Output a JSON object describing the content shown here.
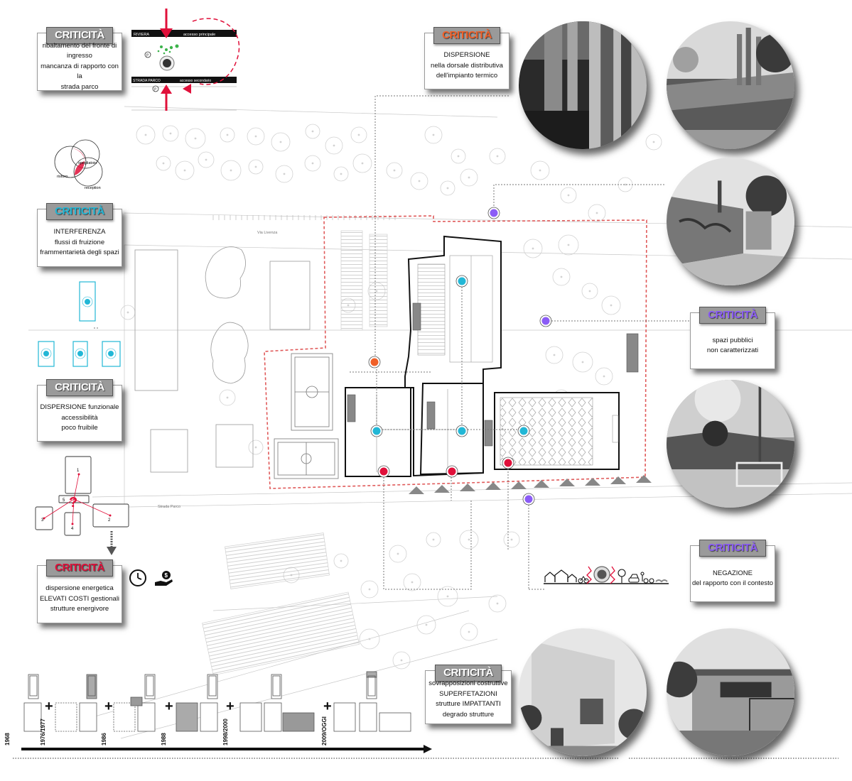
{
  "colors": {
    "red": "#e0103a",
    "orange": "#f06028",
    "cyan": "#22b7d6",
    "purple": "#8b5cf6",
    "plan_line": "#bbbbbb",
    "boundary": "#e05a5a"
  },
  "cards": [
    {
      "id": "c1",
      "title": "CRITICITÀ",
      "title_color": "#ffffff",
      "lines": [
        "ribaltamento del fronte di",
        "ingresso",
        "mancanza di rapporto con la",
        "strada parco"
      ]
    },
    {
      "id": "c2",
      "title": "CRITICITÀ",
      "title_color": "#f06028",
      "lines": [
        "DISPERSIONE",
        "nella dorsale distributiva",
        "dell'impianto termico"
      ]
    },
    {
      "id": "c3",
      "title": "CRITICITÀ",
      "title_color": "#22b7d6",
      "lines": [
        "INTERFERENZA",
        "flussi di fruizione",
        "frammentarietà degli spazi"
      ]
    },
    {
      "id": "c4",
      "title": "CRITICITÀ",
      "title_color": "#8b5cf6",
      "lines": [
        "spazi pubblici",
        "non caratterizzati"
      ]
    },
    {
      "id": "c5",
      "title": "CRITICITÀ",
      "title_color": "#ffffff",
      "lines": [
        "DISPERSIONE funzionale",
        "accessibilità",
        "poco fruibile"
      ]
    },
    {
      "id": "c6",
      "title": "CRITICITÀ",
      "title_color": "#8b5cf6",
      "lines": [
        "NEGAZIONE",
        "del rapporto con il contesto"
      ]
    },
    {
      "id": "c7",
      "title": "CRITICITÀ",
      "title_color": "#e0103a",
      "lines": [
        "dispersione energetica",
        "ELEVATI COSTI gestionali",
        "strutture energivore"
      ]
    },
    {
      "id": "c8",
      "title": "CRITICITÀ",
      "title_color": "#ffffff",
      "lines": [
        "sovrapposizioni costruttive",
        "SUPERFETAZIONI",
        "strutture IMPATTANTI",
        "degrado strutture"
      ]
    }
  ],
  "entrance_diagram": {
    "riviera": "RIVIERA",
    "accesso_principale": "accesso principale",
    "strada_parco": "STRADA PARCO",
    "accesso_secondario": "accesso secondario",
    "parking": "P"
  },
  "venn": {
    "a": "ristoro",
    "b": "spogliatoio",
    "c": "reception"
  },
  "plan_labels": {
    "street_top": "Via Livenza",
    "street_bottom": "Strada Parco"
  },
  "question_diagram": {
    "n1": "1",
    "n2": "2",
    "n3": "3",
    "n4": "4",
    "n5": "5",
    "mark": "?"
  },
  "timeline": [
    "1968",
    "1976/1977",
    "1986",
    "1988",
    "1998/2000",
    "2009/OGGI"
  ],
  "timeline_plus": "+"
}
